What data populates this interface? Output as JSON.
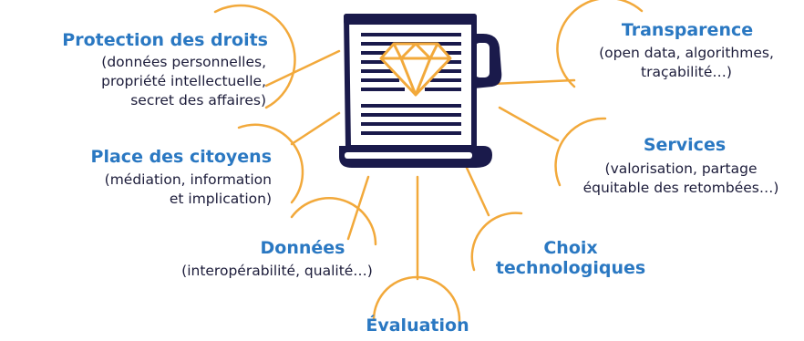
{
  "colors": {
    "accent_line": "#f2a93b",
    "title": "#2a78c2",
    "text": "#1c1c3a",
    "scroll_dark": "#1a1a4b",
    "scroll_light": "#ffffff",
    "diamond": "#f2a93b"
  },
  "icons": {
    "center": "document-scroll-diamond-icon"
  },
  "topics": {
    "protection": {
      "title": "Protection des droits",
      "desc": "(données personnelles,\npropriété intellectuelle,\nsecret des affaires)"
    },
    "transparence": {
      "title": "Transparence",
      "desc": "(open data, algorithmes,\ntraçabilité…)"
    },
    "citoyens": {
      "title": "Place des citoyens",
      "desc": "(médiation, information\net implication)"
    },
    "services": {
      "title": "Services",
      "desc": "(valorisation, partage\néquitable des retombées…)"
    },
    "donnees": {
      "title": "Données",
      "desc": "(interopérabilité, qualité…)"
    },
    "choix": {
      "title": "Choix\ntechnologiques"
    },
    "evaluation": {
      "title": "Évaluation"
    }
  }
}
